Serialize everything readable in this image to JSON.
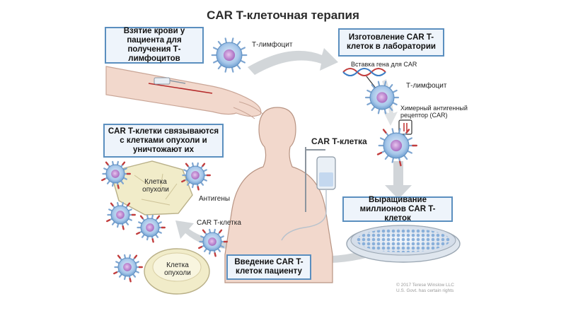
{
  "title": "CAR T-клеточная терапия",
  "steps": {
    "blood_draw": "Взятие крови у пациента для получения Т-лимфоцитов",
    "manufacture": "Изготовление CAR T-клеток в лаборатории",
    "grow": "Выращивание миллионов CAR T-клеток",
    "infuse": "Введение CAR T-клеток пациенту",
    "bind": "CAR T-клетки связываются с клетками опухоли и уничтожают их"
  },
  "labels": {
    "t_lymphocyte": "Т-лимфоцит",
    "t_lymphocyte_2": "Т-лимфоцит",
    "gene_insert": "Вставка гена для CAR",
    "car_receptor": "Химерный антигенный рецептор (CAR)",
    "car_t_cell": "CAR T-клетка",
    "car_t_cell_small": "CAR T-клетка",
    "tumor_cell_1": "Клетка опухоли",
    "tumor_cell_2": "Клетка опухоли",
    "antigens": "Антигены"
  },
  "copyright": {
    "line1": "© 2017 Terese Winslow LLC",
    "line2": "U.S. Govt. has certain rights"
  },
  "colors": {
    "box_border": "#5b8fbf",
    "box_fill": "#eef4fb",
    "arrow": "#c9cdd1",
    "cell_body": "#a7c7ea",
    "cell_nucleus": "#b889c9",
    "skin": "#f2d8cc",
    "tumor": "#f1ecc9"
  }
}
